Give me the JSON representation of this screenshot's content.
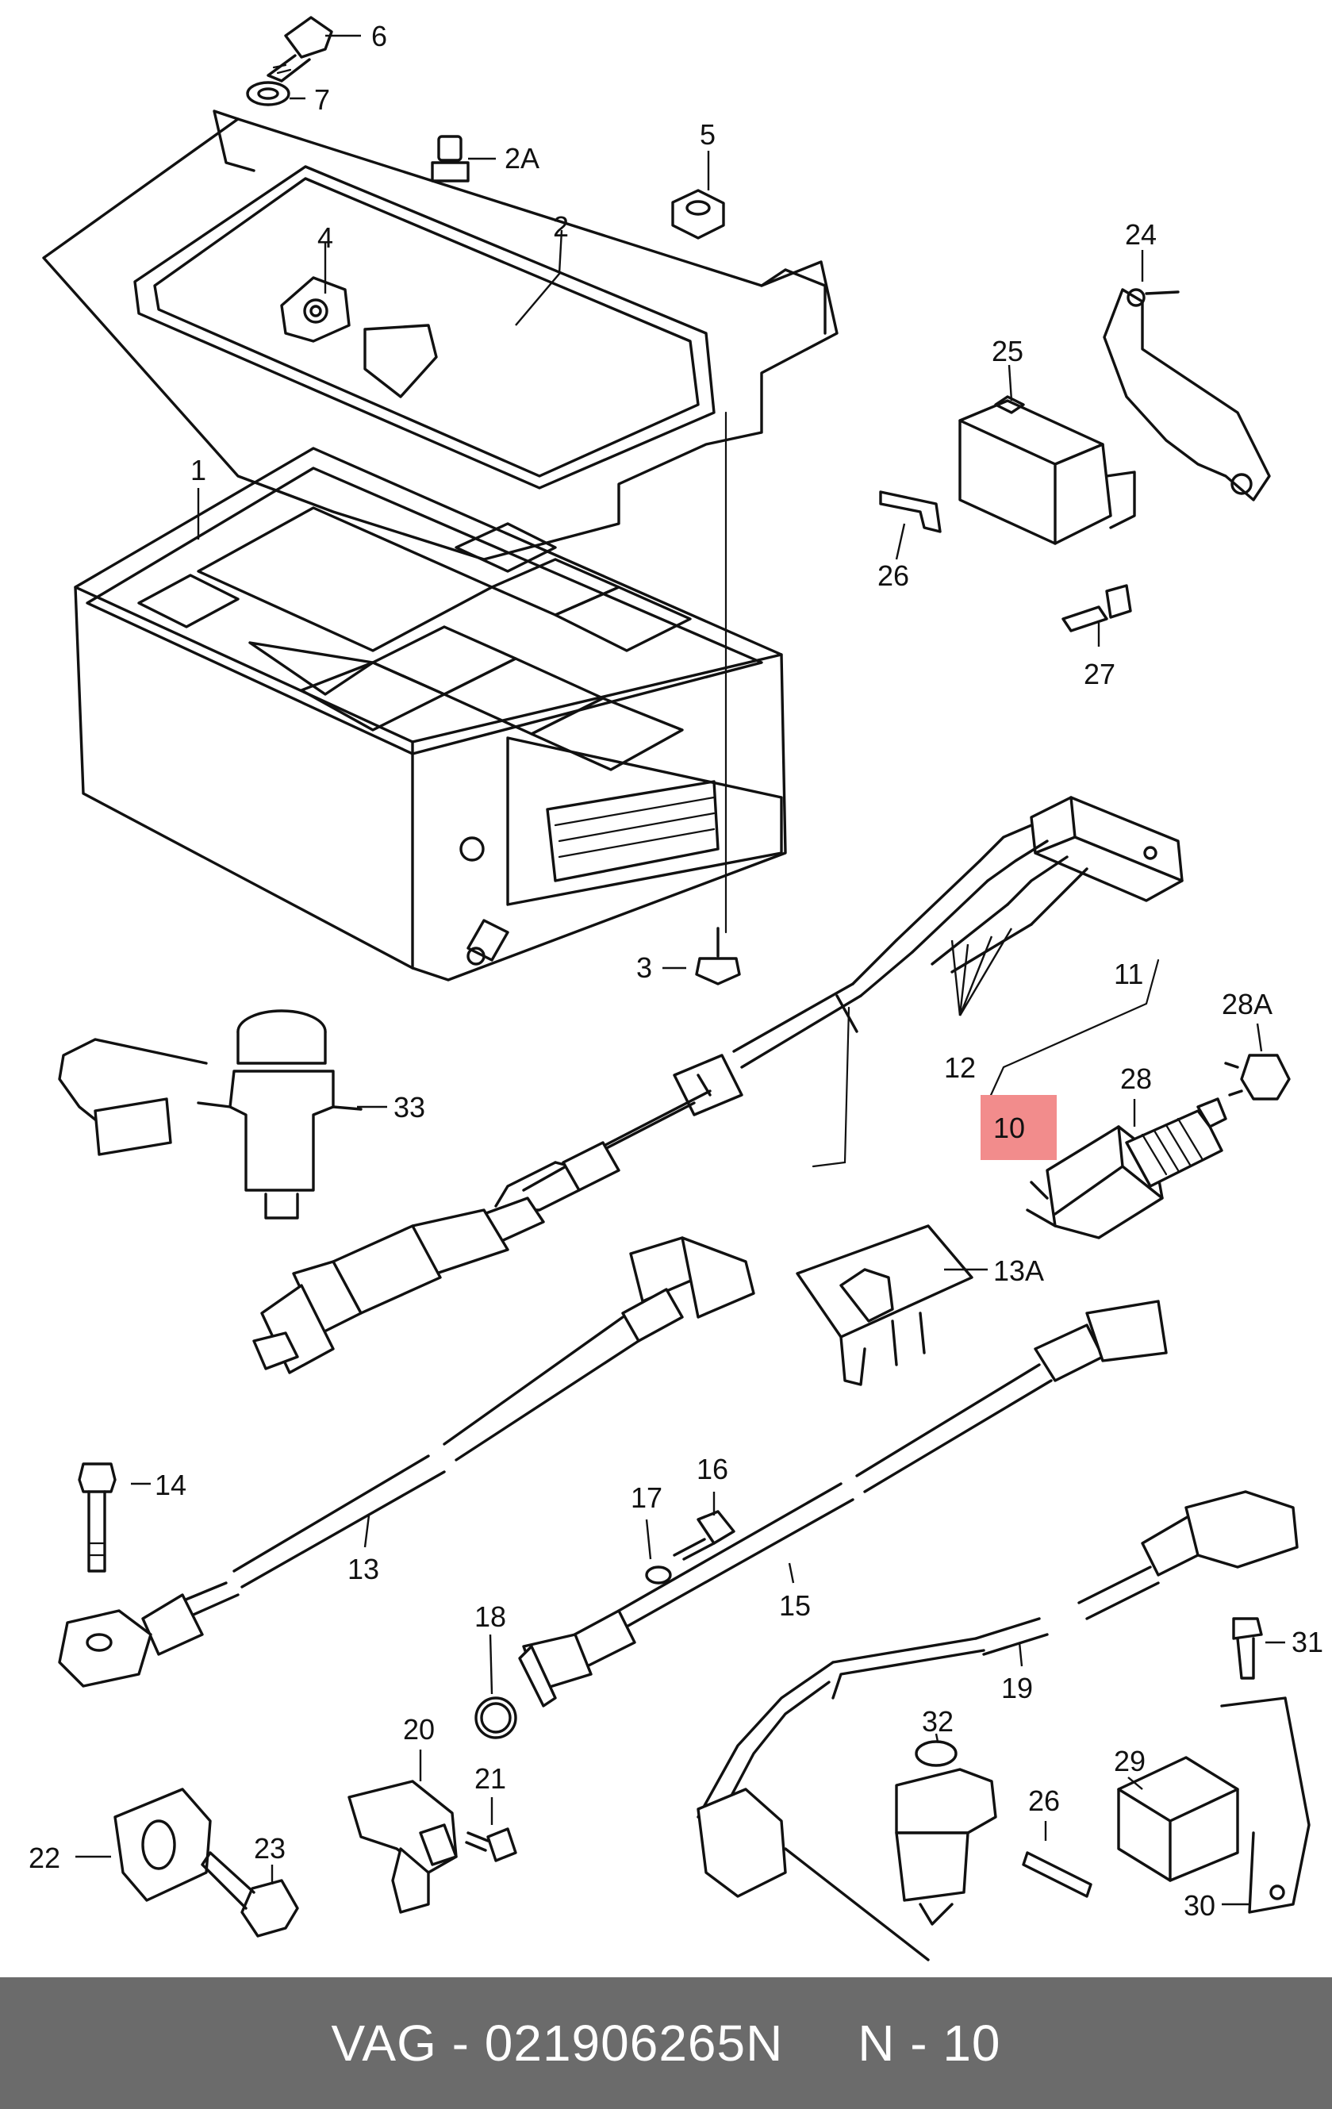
{
  "footer": {
    "brand": "VAG",
    "separator": " - ",
    "part_number": "021906265N",
    "position": "N - 10"
  },
  "highlight": {
    "label": "10",
    "color": "#f28c8c"
  },
  "colors": {
    "footer_bg": "#6b6b6b",
    "footer_text": "#ffffff",
    "line": "#111111"
  },
  "callouts": {
    "c1": "1",
    "c2": "2",
    "c2a": "2A",
    "c3": "3",
    "c4": "4",
    "c5": "5",
    "c6": "6",
    "c7": "7",
    "c10": "10",
    "c11": "11",
    "c12": "12",
    "c13": "13",
    "c13a": "13A",
    "c14": "14",
    "c15": "15",
    "c16": "16",
    "c17": "17",
    "c18": "18",
    "c19": "19",
    "c20": "20",
    "c21": "21",
    "c22": "22",
    "c23": "23",
    "c24": "24",
    "c25": "25",
    "c26a": "26",
    "c26b": "26",
    "c27": "27",
    "c28": "28",
    "c28a": "28A",
    "c29": "29",
    "c30": "30",
    "c31": "31",
    "c32": "32",
    "c33": "33"
  }
}
